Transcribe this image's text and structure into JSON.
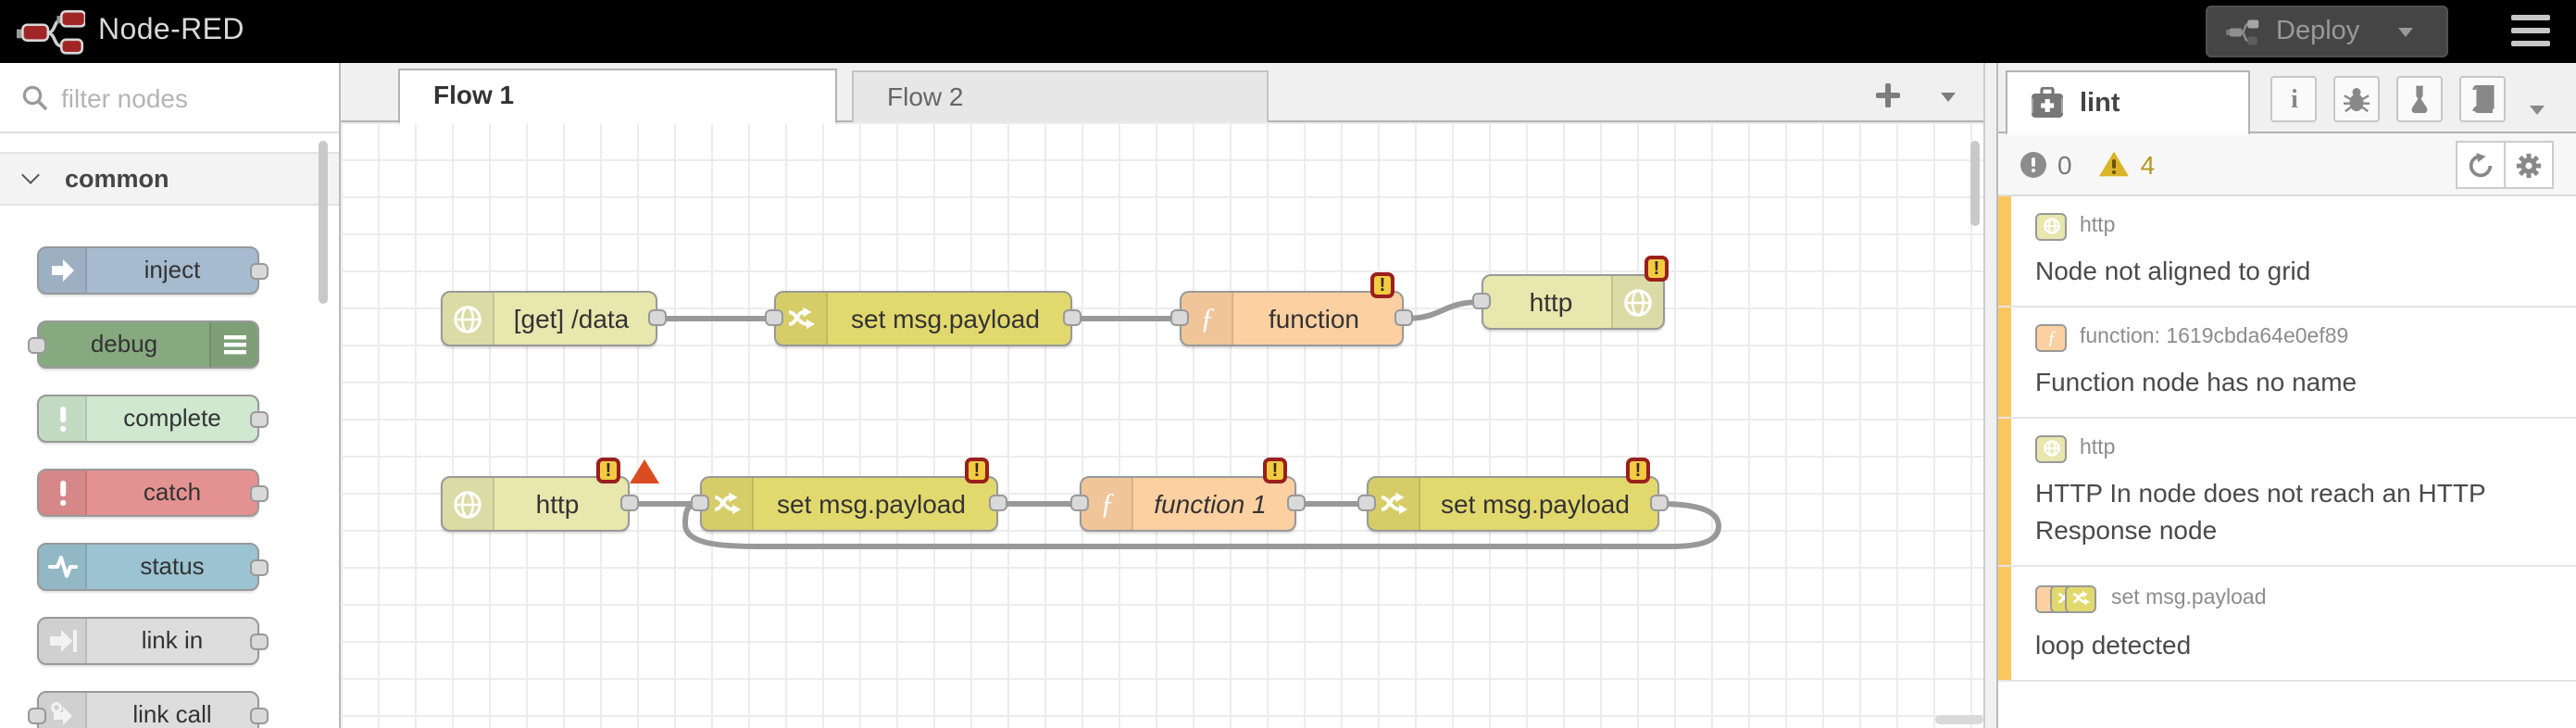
{
  "header": {
    "title": "Node-RED",
    "deploy_label": "Deploy"
  },
  "palette": {
    "search_placeholder": "filter nodes",
    "category_label": "common",
    "nodes": [
      {
        "label": "inject",
        "color": "#a6bbcf"
      },
      {
        "label": "debug",
        "color": "#87a980"
      },
      {
        "label": "complete",
        "color": "#cfe8cf"
      },
      {
        "label": "catch",
        "color": "#e49191"
      },
      {
        "label": "status",
        "color": "#9cc3d2"
      },
      {
        "label": "link in",
        "color": "#dddddd"
      },
      {
        "label": "link call",
        "color": "#dddddd"
      }
    ]
  },
  "workspace": {
    "tabs": [
      {
        "label": "Flow 1"
      },
      {
        "label": "Flow 2"
      }
    ],
    "badge_char": "!",
    "nodes": [
      {
        "label": "[get] /data",
        "type": "http in",
        "color": "#e7e7ae"
      },
      {
        "label": "set msg.payload",
        "type": "change",
        "color": "#e2d96e"
      },
      {
        "label": "function",
        "type": "function",
        "color": "#fdd0a2"
      },
      {
        "label": "http",
        "type": "http response",
        "color": "#e7e7ae"
      },
      {
        "label": "http",
        "type": "http in",
        "color": "#e7e7ae"
      },
      {
        "label": "set msg.payload",
        "type": "change",
        "color": "#e2d96e"
      },
      {
        "label": "function 1",
        "type": "function",
        "color": "#fdd0a2"
      },
      {
        "label": "set msg.payload",
        "type": "change",
        "color": "#e2d96e"
      }
    ]
  },
  "sidebar": {
    "tab_label": "lint",
    "error_count": "0",
    "warning_count": "4",
    "issues": [
      {
        "node_label": "http",
        "message": "Node not aligned to grid"
      },
      {
        "node_label": "function: 1619cbda64e0ef89",
        "message": "Function node has no name"
      },
      {
        "node_label": "http",
        "message": "HTTP In node does not reach an HTTP Response node"
      },
      {
        "node_label": "set msg.payload",
        "message": "loop detected"
      }
    ]
  },
  "colors": {
    "warning_bar": "#fcc65f",
    "badge_fill": "#f2cb43",
    "badge_border": "#99201c",
    "error_triangle": "#da4d20",
    "wire": "#999999"
  }
}
